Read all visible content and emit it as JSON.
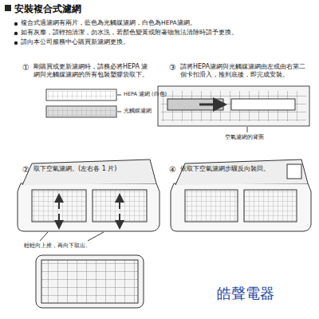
{
  "diagram": {
    "title": "安裝複合式濾網",
    "labels": [
      "複合式過濾網有兩片，藍色為光觸媒濾網，白色為HEPA濾網。",
      "如有灰塵，請輕拍清潔，勿水洗，若顏色變黃或附著物無法清除時請予更換。",
      "請向本公司服務中心購買新濾網更換。",
      "①",
      "剛購買或更新濾網時，請務必將HEPA 濾網與光觸媒濾網的所有包裝塑膠袋取下。",
      "HEPA 濾網 (白色)",
      "光觸媒濾網",
      "③",
      "請將HEPA濾網與光觸媒濾網由左或由右第二個卡扣滑入，推到底後，即完成安裝。",
      "空氣濾網的背面",
      "②",
      "取下空氣濾網。(左右各 1 片)",
      "輕輕向上推，再向下取出。",
      "④",
      "依取下空氣濾網步驟反向裝回。",
      "皓聲電器"
    ]
  }
}
